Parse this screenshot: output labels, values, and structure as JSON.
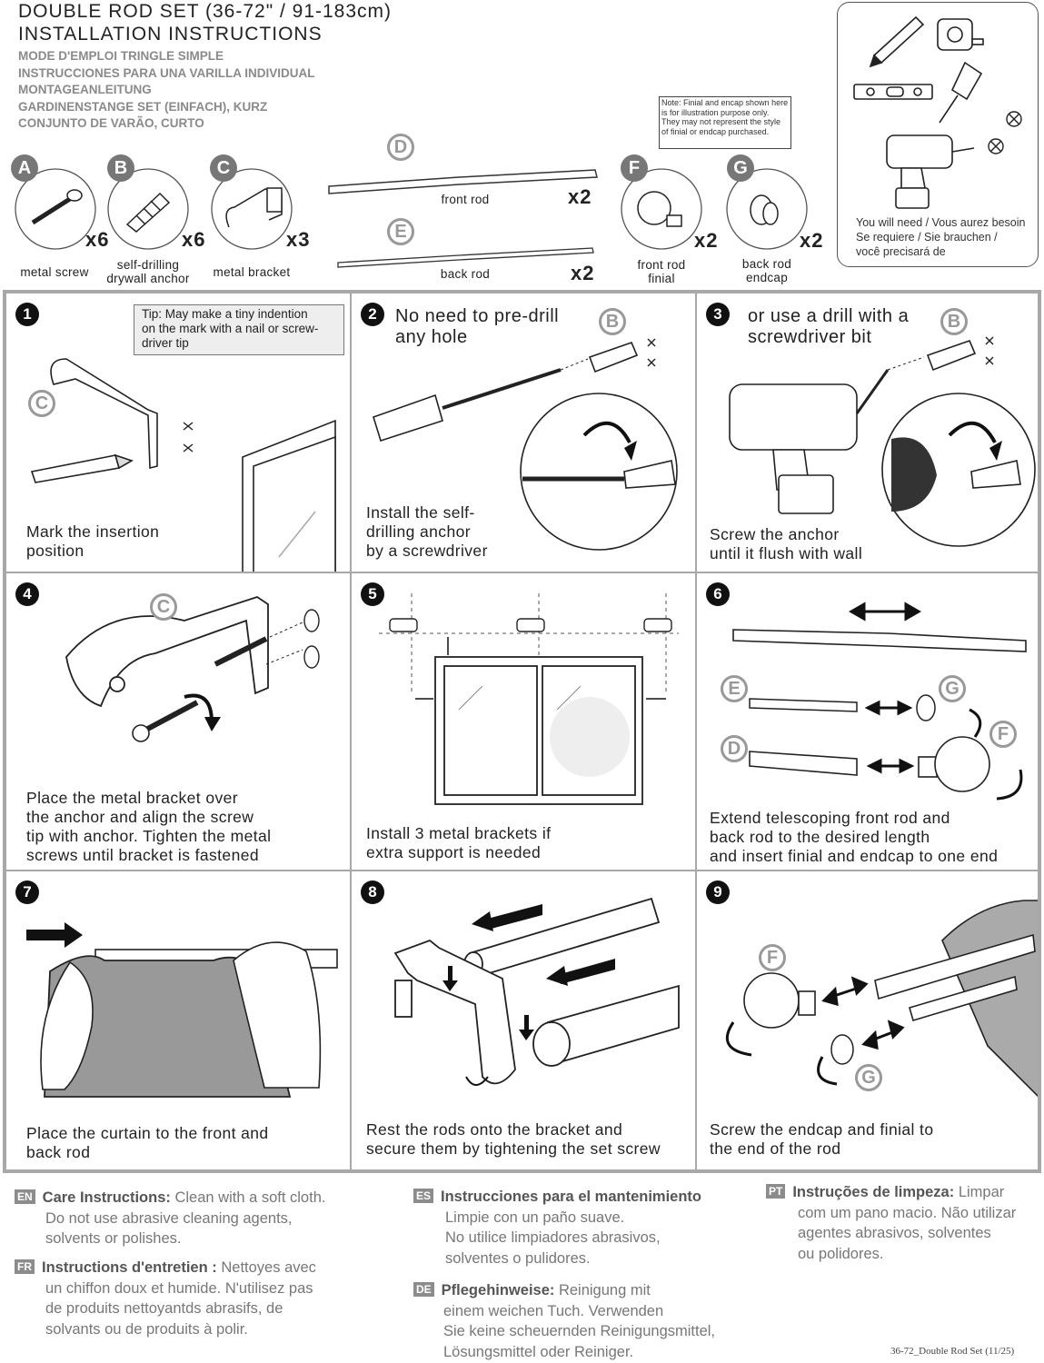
{
  "header": {
    "title_line1": "DOUBLE ROD SET (36-72\" / 91-183cm)",
    "title_line2": "INSTALLATION INSTRUCTIONS",
    "subtitles": [
      "MODE D'EMPLOI TRINGLE SIMPLE",
      "INSTRUCCIONES PARA UNA VARILLA INDIVIDUAL",
      "MONTAGEANLEITUNG",
      "GARDINENSTANGE SET (EINFACH), KURZ",
      "CONJUNTO DE VARÃO, CURTO"
    ]
  },
  "note": "Note: Finial and encap shown here is for illustration purpose only. They may not represent the style of finial or endcap purchased.",
  "tools": {
    "line1": "You will need / Vous aurez besoin",
    "line2": "Se requiere / Sie brauchen /",
    "line3": "você precisará de"
  },
  "parts": [
    {
      "letter": "A",
      "label1": "metal screw",
      "label2": "",
      "qty": "x6"
    },
    {
      "letter": "B",
      "label1": "self-drilling",
      "label2": "drywall anchor",
      "qty": "x6"
    },
    {
      "letter": "C",
      "label1": "metal bracket",
      "label2": "",
      "qty": "x3"
    },
    {
      "letter": "D",
      "label1": "front rod",
      "label2": "",
      "qty": "x2"
    },
    {
      "letter": "E",
      "label1": "back rod",
      "label2": "",
      "qty": "x2"
    },
    {
      "letter": "F",
      "label1": "front rod",
      "label2": "finial",
      "qty": "x2"
    },
    {
      "letter": "G",
      "label1": "back rod",
      "label2": "endcap",
      "qty": "x2"
    }
  ],
  "steps": [
    {
      "num": "1",
      "head1": "",
      "head2": "",
      "tip1": "Tip: May make a tiny indention",
      "tip2": "on the mark with a nail or screw-",
      "tip3": "driver tip",
      "cap1": "Mark the insertion",
      "cap2": "position",
      "cap3": "",
      "cap4": "",
      "badge": "C"
    },
    {
      "num": "2",
      "head1": "No need to pre-drill",
      "head2": "any hole",
      "cap1": "Install the self-",
      "cap2": "drilling anchor",
      "cap3": "by a screwdriver",
      "cap4": "",
      "badge": "B"
    },
    {
      "num": "3",
      "head1": "or use a drill with a",
      "head2": "screwdriver bit",
      "cap1": "Screw the anchor",
      "cap2": "until it flush with wall",
      "cap3": "",
      "cap4": "",
      "badge": "B"
    },
    {
      "num": "4",
      "head1": "",
      "head2": "",
      "cap1": "Place the metal bracket over",
      "cap2": "the anchor and align the screw",
      "cap3": "tip with anchor. Tighten the metal",
      "cap4": "screws until bracket is fastened",
      "badge": "C"
    },
    {
      "num": "5",
      "head1": "",
      "head2": "",
      "cap1": "Install 3 metal brackets if",
      "cap2": "extra support is needed",
      "cap3": "",
      "cap4": ""
    },
    {
      "num": "6",
      "head1": "",
      "head2": "",
      "cap1": "Extend telescoping front rod and",
      "cap2": "back rod to the desired length",
      "cap3": "and insert finial and endcap to one end",
      "cap4": "",
      "badgeE": "E",
      "badgeD": "D",
      "badgeG": "G",
      "badgeF": "F"
    },
    {
      "num": "7",
      "head1": "",
      "head2": "",
      "cap1": "Place the curtain to the front and",
      "cap2": "back rod",
      "cap3": "",
      "cap4": ""
    },
    {
      "num": "8",
      "head1": "",
      "head2": "",
      "cap1": "Rest the rods onto the bracket and",
      "cap2": "secure them by tightening the set screw",
      "cap3": "",
      "cap4": ""
    },
    {
      "num": "9",
      "head1": "",
      "head2": "",
      "cap1": "Screw the endcap and finial to",
      "cap2": "the end of the rod",
      "cap3": "",
      "cap4": "",
      "badgeF": "F",
      "badgeG": "G"
    }
  ],
  "care": {
    "en": {
      "code": "EN",
      "head": "Care Instructions:",
      "l1": " Clean with a soft cloth.",
      "l2": "Do not use abrasive cleaning agents,",
      "l3": "solvents or polishes."
    },
    "fr": {
      "code": "FR",
      "head": "Instructions d'entretien :",
      "l1": " Nettoyes avec",
      "l2": "un chiffon doux et humide. N'utilisez pas",
      "l3": "de produits nettoyantds abrasifs, de",
      "l4": "solvants ou de produits à polir."
    },
    "es": {
      "code": "ES",
      "head": "Instrucciones para el mantenimiento",
      "l1": "Limpie con un paño suave.",
      "l2": "No utilice limpiadores abrasivos,",
      "l3": "solventes o pulidores."
    },
    "de": {
      "code": "DE",
      "head": "Pflegehinweise:",
      "l1": " Reinigung mit",
      "l2": "einem weichen Tuch. Verwenden",
      "l3": "Sie keine scheuernden Reinigungsmittel,",
      "l4": "Lösungsmittel oder Reiniger."
    },
    "pt": {
      "code": "PT",
      "head": "Instruções de limpeza:",
      "l1": " Limpar",
      "l2": "com um pano macio. Não utilizar",
      "l3": "agentes abrasivos, solventes",
      "l4": "ou polidores."
    }
  },
  "footer": "36-72_Double Rod Set (11/25)"
}
